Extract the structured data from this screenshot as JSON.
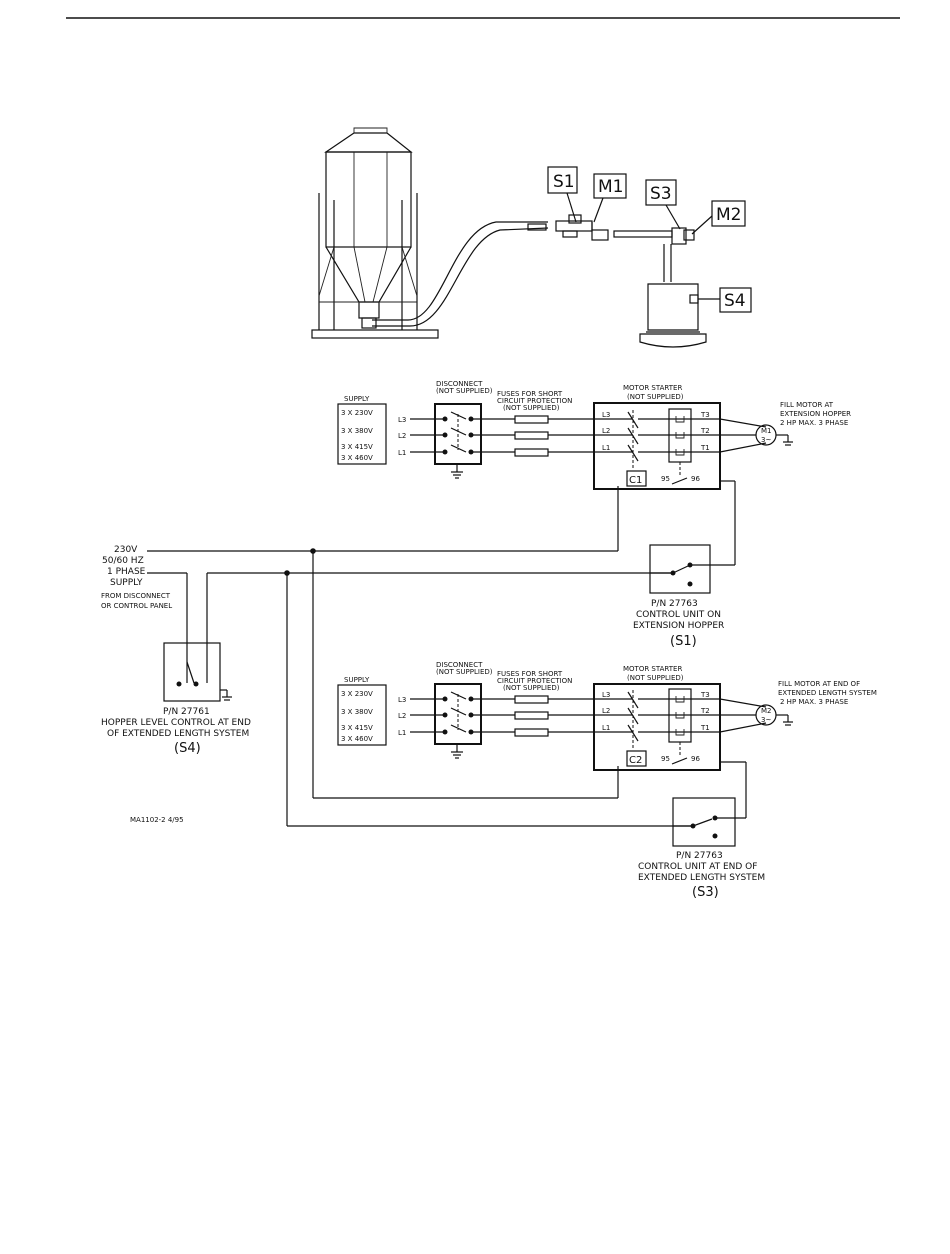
{
  "illustration": {
    "callouts": {
      "s1": "S1",
      "m1": "M1",
      "s3": "S3",
      "m2": "M2",
      "s4": "S4"
    }
  },
  "circuit1": {
    "supply_title": "SUPPLY",
    "supply_voltages": [
      "3 X 230V",
      "3 X 380V",
      "3 X 415V",
      "3 X 460V"
    ],
    "lines_in": [
      "L3",
      "L2",
      "L1"
    ],
    "disconnect_title": [
      "DISCONNECT",
      "(NOT SUPPLIED)"
    ],
    "fuses_title": [
      "FUSES FOR SHORT",
      "CIRCUIT PROTECTION",
      "(NOT SUPPLIED)"
    ],
    "starter_title": [
      "MOTOR STARTER",
      "(NOT SUPPLIED)"
    ],
    "starter_lines": [
      "L3",
      "L2",
      "L1"
    ],
    "terminals": [
      "T3",
      "T2",
      "T1"
    ],
    "coil": "C1",
    "contact_95": "95",
    "contact_96": "96",
    "motor_label": "M1",
    "motor_phase": "3~",
    "motor_desc": [
      "FILL MOTOR AT",
      "EXTENSION HOPPER",
      "2 HP MAX. 3 PHASE"
    ]
  },
  "circuit2": {
    "supply_title": "SUPPLY",
    "supply_voltages": [
      "3 X 230V",
      "3 X 380V",
      "3 X 415V",
      "3 X 460V"
    ],
    "lines_in": [
      "L3",
      "L2",
      "L1"
    ],
    "disconnect_title": [
      "DISCONNECT",
      "(NOT SUPPLIED)"
    ],
    "fuses_title": [
      "FUSES FOR SHORT",
      "CIRCUIT PROTECTION",
      "(NOT SUPPLIED)"
    ],
    "starter_title": [
      "MOTOR STARTER",
      "(NOT SUPPLIED)"
    ],
    "starter_lines": [
      "L3",
      "L2",
      "L1"
    ],
    "terminals": [
      "T3",
      "T2",
      "T1"
    ],
    "coil": "C2",
    "contact_95": "95",
    "contact_96": "96",
    "motor_label": "M2",
    "motor_phase": "3~",
    "motor_desc": [
      "FILL MOTOR AT END OF",
      "EXTENDED LENGTH SYSTEM",
      "2 HP MAX. 3 PHASE"
    ]
  },
  "power_supply": {
    "lines": [
      "230V",
      "50/60 HZ",
      "1 PHASE",
      "SUPPLY"
    ],
    "from": [
      "FROM DISCONNECT",
      "OR CONTROL PANEL"
    ]
  },
  "control_s1": {
    "lines": [
      "P/N 27763",
      "CONTROL UNIT ON",
      "EXTENSION HOPPER"
    ],
    "id": "(S1)"
  },
  "control_s3": {
    "lines": [
      "P/N 27763",
      "CONTROL UNIT AT END OF",
      "EXTENDED LENGTH SYSTEM"
    ],
    "id": "(S3)"
  },
  "control_s4": {
    "lines": [
      "P/N 27761",
      "HOPPER LEVEL CONTROL AT END",
      "OF EXTENDED LENGTH SYSTEM"
    ],
    "id": "(S4)"
  },
  "drawing_ref": "MA1102-2 4/95"
}
